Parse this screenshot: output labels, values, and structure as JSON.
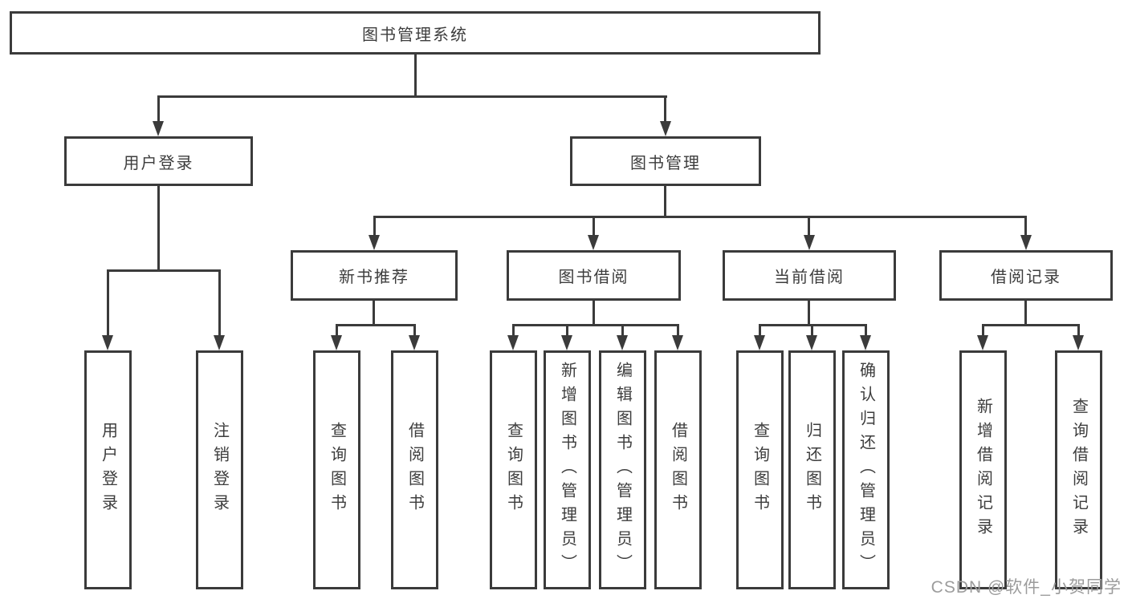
{
  "diagram": {
    "title": "图书管理系统",
    "type": "hierarchy-tree",
    "colors": {
      "line": "#3b3b3b",
      "box_border": "#3b3b3b",
      "text": "#3d3d3d",
      "background": "#ffffff",
      "watermark": "#9c9c9c"
    }
  },
  "tree": {
    "root": {
      "label": "图书管理系统",
      "children": [
        {
          "label": "用户登录",
          "children": [
            {
              "label": "用户登录"
            },
            {
              "label": "注销登录"
            }
          ]
        },
        {
          "label": "图书管理",
          "children": [
            {
              "label": "新书推荐",
              "children": [
                {
                  "label": "查询图书"
                },
                {
                  "label": "借阅图书"
                }
              ]
            },
            {
              "label": "图书借阅",
              "children": [
                {
                  "label": "查询图书"
                },
                {
                  "label": "新增图书（管理员）"
                },
                {
                  "label": "编辑图书（管理员）"
                },
                {
                  "label": "借阅图书"
                }
              ]
            },
            {
              "label": "当前借阅",
              "children": [
                {
                  "label": "查询图书"
                },
                {
                  "label": "归还图书"
                },
                {
                  "label": "确认归还（管理员）"
                }
              ]
            },
            {
              "label": "借阅记录",
              "children": [
                {
                  "label": "新增借阅记录"
                },
                {
                  "label": "查询借阅记录"
                }
              ]
            }
          ]
        }
      ]
    }
  },
  "watermark": {
    "text": "CSDN @软件_小贺同学"
  }
}
